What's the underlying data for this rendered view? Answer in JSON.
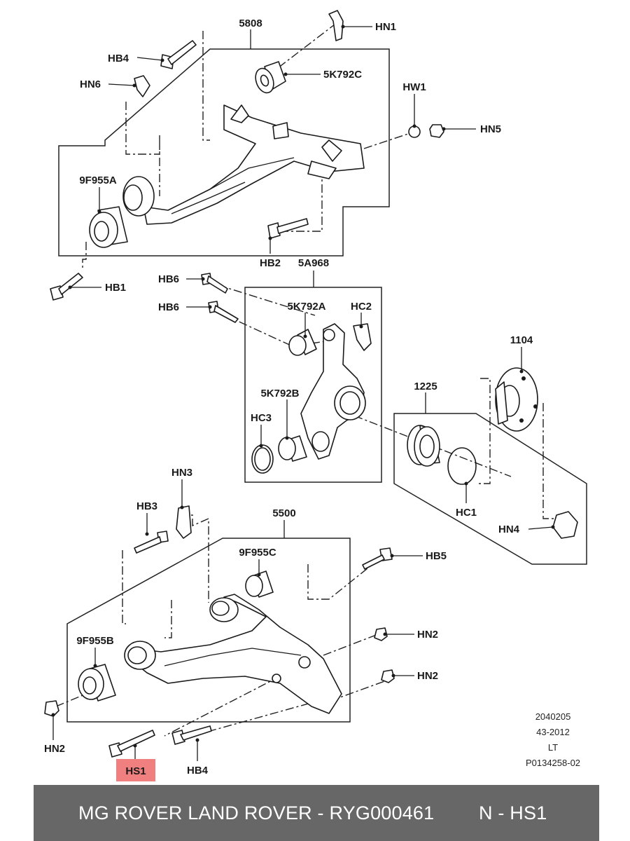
{
  "labels": {
    "p5808": "5808",
    "hn1": "HN1",
    "hb4_top": "HB4",
    "p5k792c": "5K792C",
    "hn6": "HN6",
    "hw1": "HW1",
    "hn5": "HN5",
    "p9f955a": "9F955A",
    "hb2": "HB2",
    "p5a968": "5A968",
    "hb1": "HB1",
    "hb6_a": "HB6",
    "hb6_b": "HB6",
    "p5k792a": "5K792A",
    "hc2": "HC2",
    "p1104": "1104",
    "p5k792b": "5K792B",
    "p1225": "1225",
    "hc3": "HC3",
    "hc1": "HC1",
    "hn4": "HN4",
    "hn3": "HN3",
    "hb3": "HB3",
    "p5500": "5500",
    "p9f955c": "9F955C",
    "hb5": "HB5",
    "p9f955b": "9F955B",
    "hn2_a": "HN2",
    "hn2_b": "HN2",
    "hn2_c": "HN2",
    "hs1": "HS1",
    "hb4_bottom": "HB4"
  },
  "highlight_color": "#f08080",
  "footer_color": "#676767",
  "meta": {
    "line1": "2040205",
    "line2": "43-2012",
    "line3": "LT",
    "line4": "P0134258-02"
  },
  "footer": {
    "title": "MG ROVER LAND ROVER - RYG000461",
    "position": "N - HS1"
  }
}
